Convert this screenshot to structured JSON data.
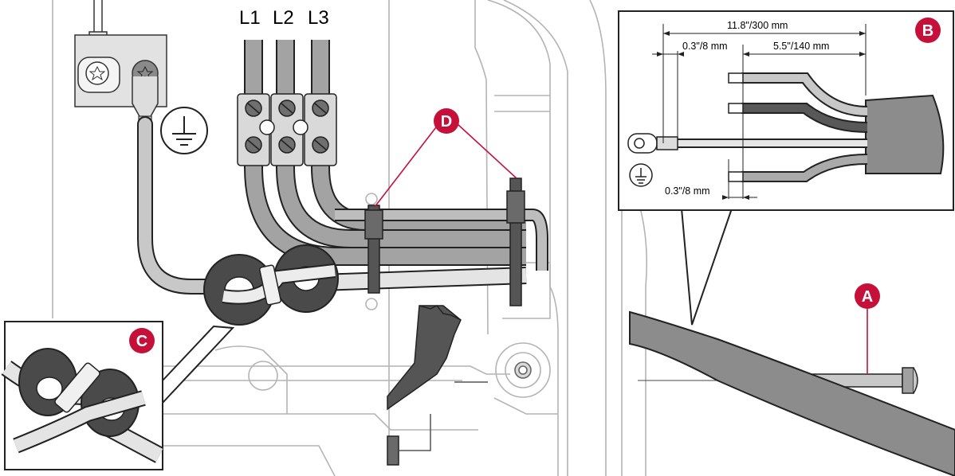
{
  "phase_labels": {
    "l1": "L1",
    "l2": "L2",
    "l3": "L3"
  },
  "callouts": {
    "a": "A",
    "b": "B",
    "c": "C",
    "d": "D"
  },
  "dimensions": {
    "total_length": "11.8\"/300 mm",
    "ground_strip": "0.3\"/8 mm",
    "conductor_length": "5.5\"/140 mm",
    "phase_strip": "0.3\"/8 mm"
  },
  "colors": {
    "callout_red": "#c5103a",
    "cable_light": "#c8c8c8",
    "cable_mid": "#9d9d9d",
    "cable_dark": "#585858",
    "ferrite": "#4a4a4a",
    "outline": "#222222",
    "frame_line": "#b4b4b4"
  },
  "icons": {
    "ground_symbol": "ground-icon",
    "torx_screw": "torx-screw-icon",
    "ferrite_ring": "ferrite-core-icon"
  }
}
